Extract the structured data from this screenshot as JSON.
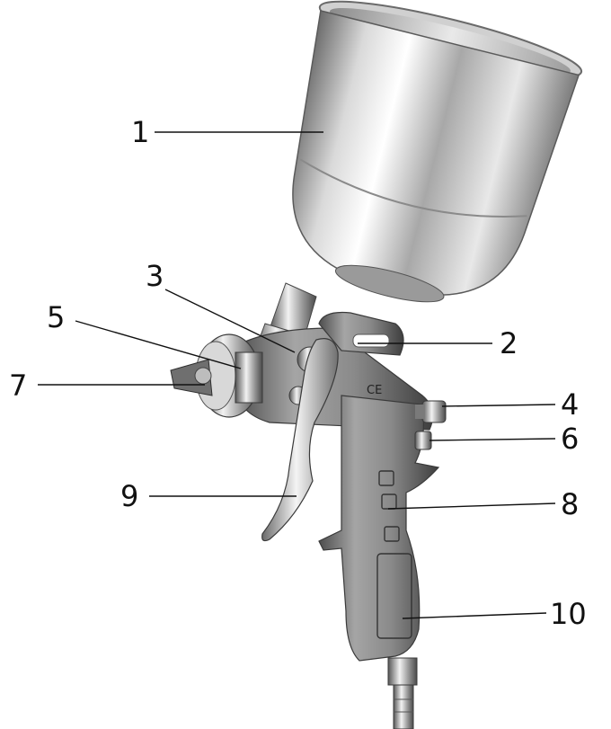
{
  "colors": {
    "metal_light": "#f4f4f4",
    "metal_mid": "#b9b9b9",
    "metal_dark": "#5c5c5c",
    "body_grey": "#9a9a9a",
    "body_dark": "#4a4a4a",
    "ink": "#111111"
  },
  "icons": {
    "ce_mark": "ce-mark-icon"
  },
  "body_marking": "CE",
  "callouts": [
    {
      "id": "paint-cup",
      "label": "1"
    },
    {
      "id": "hanger-hook",
      "label": "2"
    },
    {
      "id": "cup-connector",
      "label": "3"
    },
    {
      "id": "fluid-adjust-knob",
      "label": "4"
    },
    {
      "id": "air-cap-ring",
      "label": "5"
    },
    {
      "id": "pattern-adjust-knob",
      "label": "6"
    },
    {
      "id": "air-cap-nozzle",
      "label": "7"
    },
    {
      "id": "handle-grip",
      "label": "8"
    },
    {
      "id": "trigger",
      "label": "9"
    },
    {
      "id": "air-inlet-handle",
      "label": "10"
    }
  ]
}
